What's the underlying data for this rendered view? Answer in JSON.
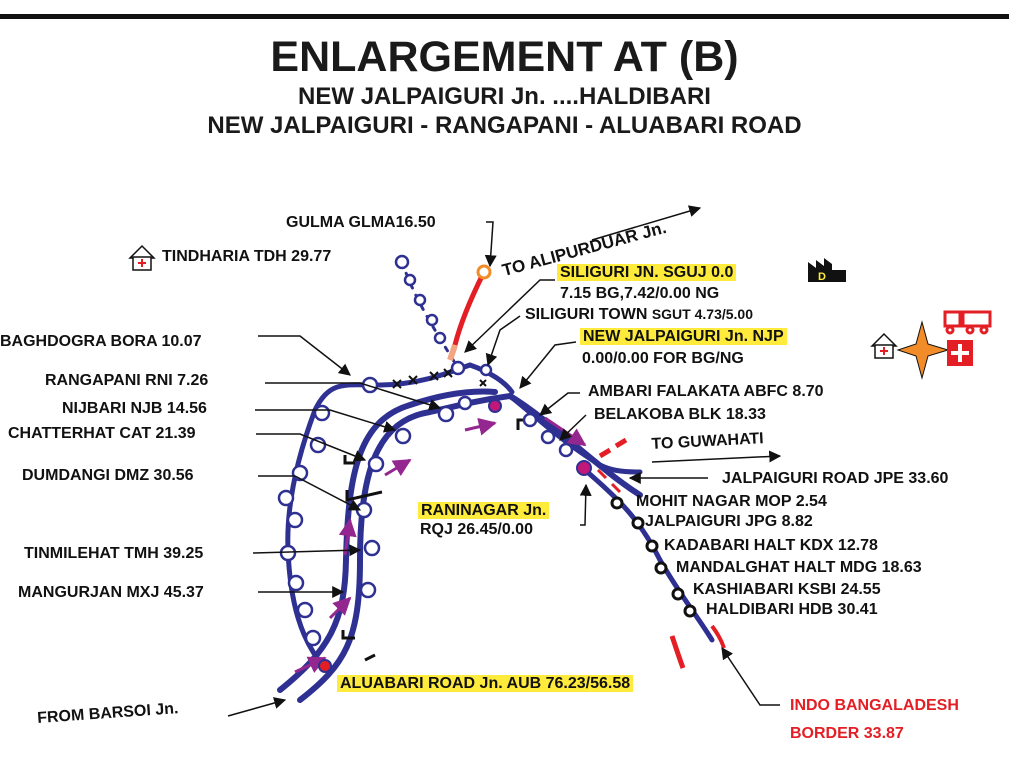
{
  "title": "ENLARGEMENT AT (B)",
  "subtitle_1": "NEW JALPAIGURI Jn. ....HALDIBARI",
  "subtitle_2": "NEW JALPAIGURI  - RANGAPANI - ALUABARI ROAD",
  "colors": {
    "track": "#2f3192",
    "station_fill": "#ffffff",
    "highlight": "#ffeb3b",
    "arrow_purple": "#93278f",
    "border_red": "#e31e24",
    "junction_magenta": "#c2187a"
  },
  "stations": {
    "gulma": "GULMA GLMA16.50",
    "tindharia": "TINDHARIA TDH 29.77",
    "siliguri_jn": "SILIGURI JN. SGUJ 0.0",
    "siliguri_jn_detail": "7.15 BG,7.42/0.00 NG",
    "siliguri_town": "SILIGURI TOWN",
    "siliguri_town_code": "SGUT 4.73/5.00",
    "njp": "NEW JALPAIGURI Jn. NJP",
    "njp_detail": "0.00/0.00 FOR BG/NG",
    "bagdogra": "BAGHDOGRA BORA 10.07",
    "rangapani": "RANGAPANI RNI 7.26",
    "nijbari": "NIJBARI NJB 14.56",
    "chatterhat": "CHATTERHAT CAT 21.39",
    "dumdangi": "DUMDANGI DMZ 30.56",
    "tinmilehat": "TINMILEHAT TMH 39.25",
    "mangurjan": "MANGURJAN MXJ 45.37",
    "ambari": "AMBARI FALAKATA ABFC 8.70",
    "belakoba": "BELAKOBA BLK 18.33",
    "jalpaiguri_road": "JALPAIGURI ROAD JPE 33.60",
    "raninagar": "RANINAGAR Jn.",
    "raninagar_detail": "RQJ 26.45/0.00",
    "mohit_nagar": "MOHIT NAGAR MOP 2.54",
    "jalpaiguri": "JALPAIGURI JPG 8.82",
    "kadabari": "KADABARI HALT KDX 12.78",
    "mandalghat": "MANDALGHAT HALT MDG 18.63",
    "kashiabari": "KASHIABARI KSBI 24.55",
    "haldibari": "HALDIBARI HDB 30.41",
    "aluabari": "ALUABARI ROAD Jn. AUB 76.23/56.58"
  },
  "directions": {
    "to_alipurduar": "TO ALIPURDUAR Jn.",
    "to_guwahati": "TO GUWAHATI",
    "from_barsoi": "FROM BARSOI Jn."
  },
  "border": {
    "line1": "INDO BANGALADESH",
    "line2": "BORDER 33.87"
  },
  "icons": {
    "shed_letter": "D"
  }
}
